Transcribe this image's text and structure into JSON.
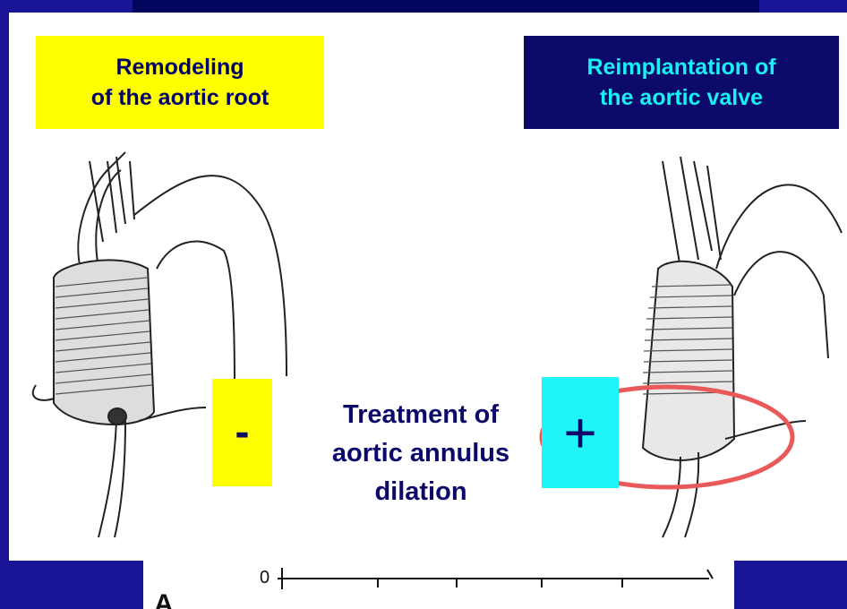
{
  "left_label": {
    "line1": "Remodeling",
    "line2": "of the aortic root"
  },
  "right_label": {
    "line1": "Reimplantation of",
    "line2": "the aortic valve"
  },
  "minus_sign": "-",
  "plus_sign": "+",
  "center_text": {
    "line1": "Treatment of",
    "line2": "aortic annulus",
    "line3": "dilation"
  },
  "axis": {
    "zero_label": "0",
    "partial_letter": "A"
  },
  "colors": {
    "background": "#1a1596",
    "yellow": "#ffff00",
    "cyan": "#1ff4f8",
    "navy": "#0b0a6b",
    "ellipse": "#e9595a"
  }
}
